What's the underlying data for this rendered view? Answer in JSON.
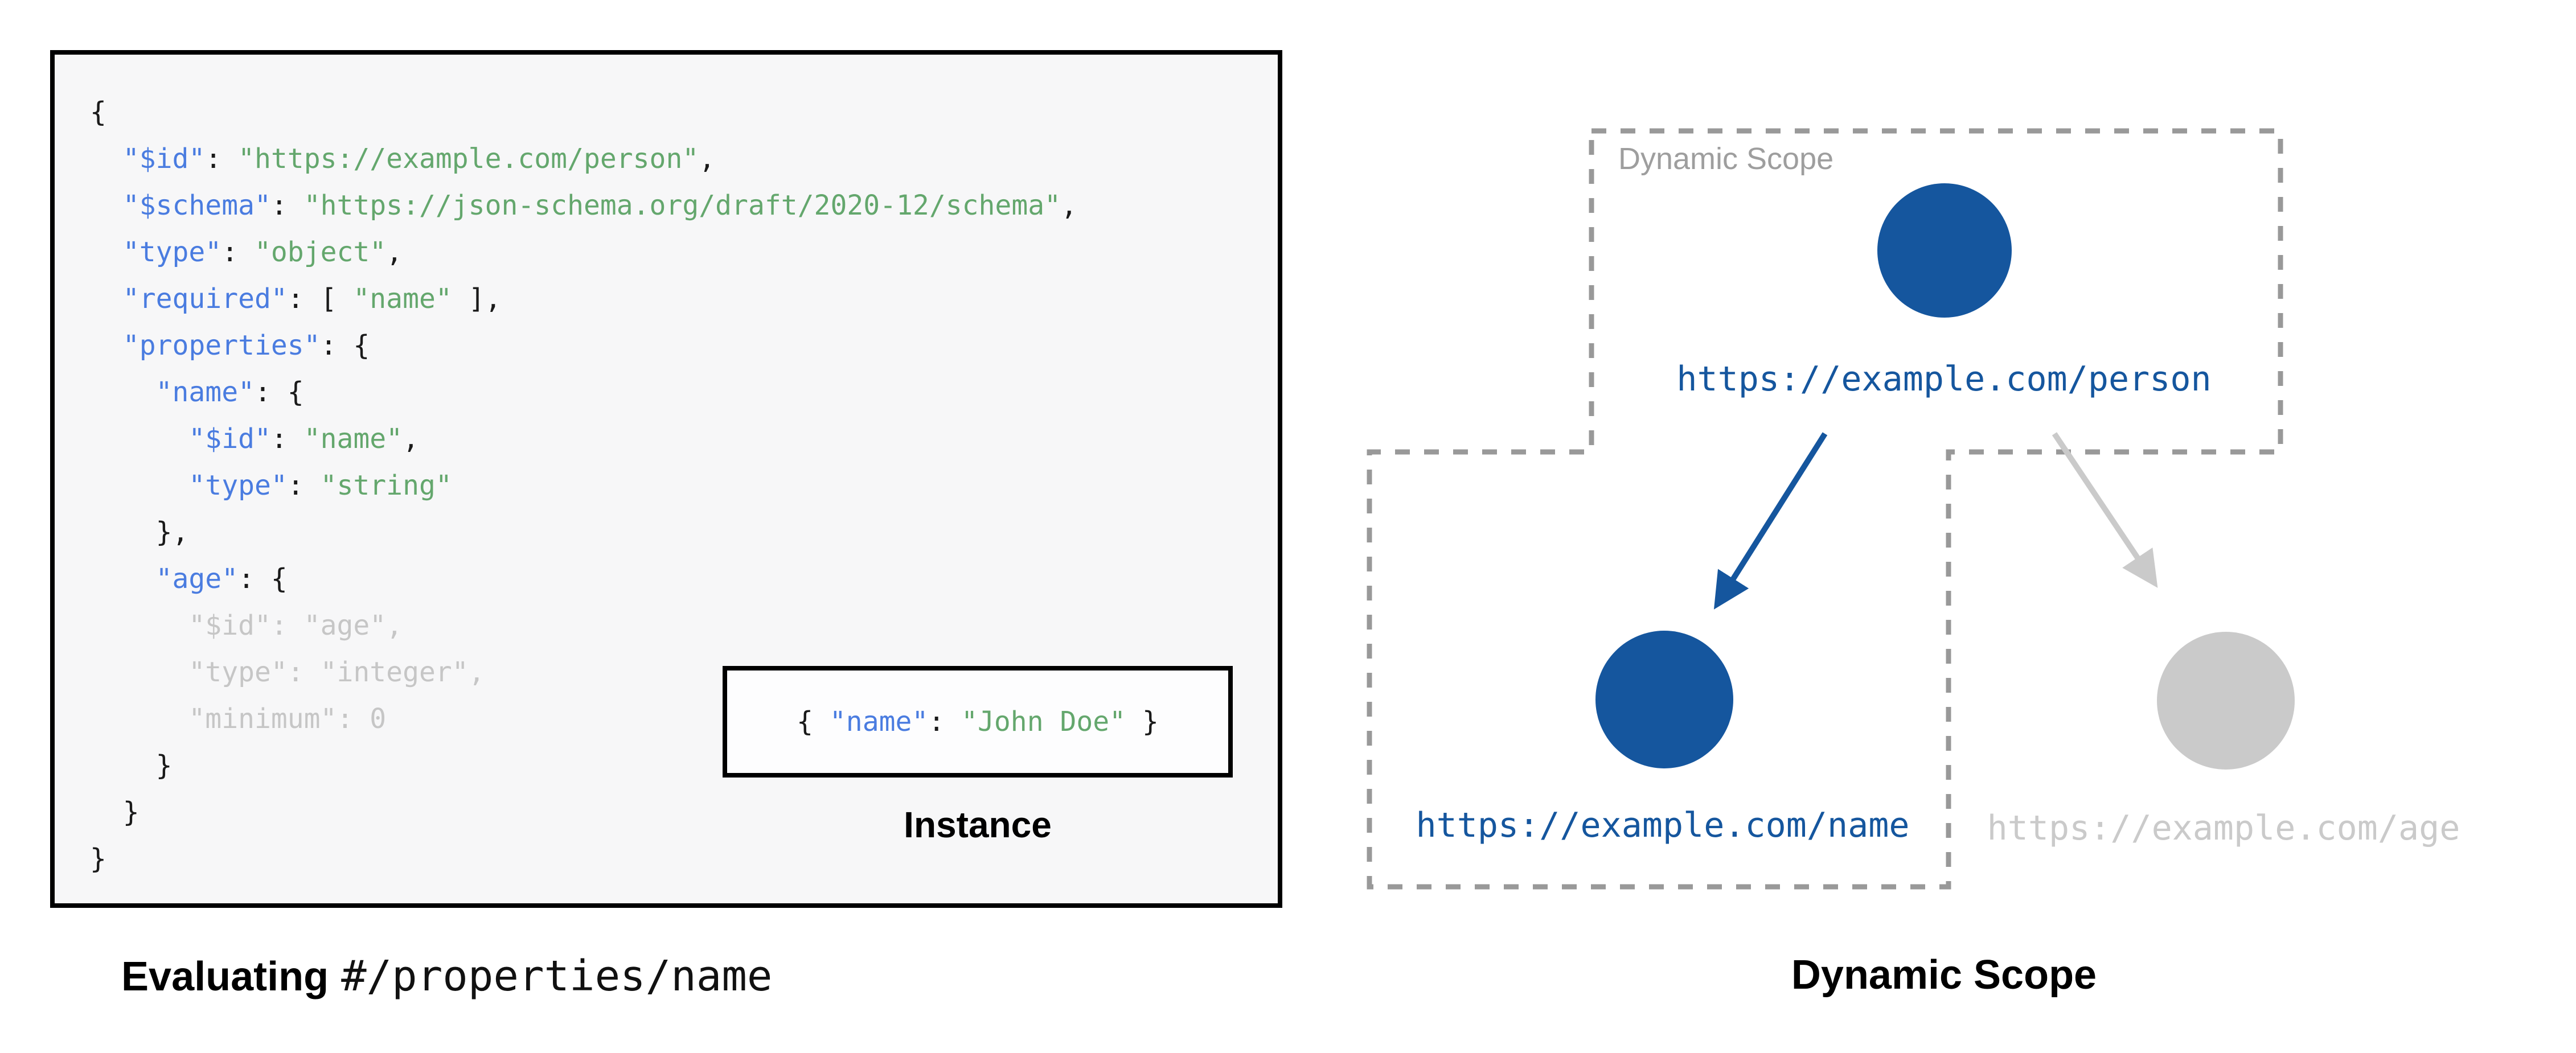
{
  "left_panel": {
    "code_lines": [
      [
        {
          "c": "p",
          "t": "{"
        }
      ],
      [
        {
          "c": "p",
          "t": "  "
        },
        {
          "c": "k",
          "t": "\"$id\""
        },
        {
          "c": "p",
          "t": ": "
        },
        {
          "c": "s",
          "t": "\"https://example.com/person\""
        },
        {
          "c": "p",
          "t": ","
        }
      ],
      [
        {
          "c": "p",
          "t": "  "
        },
        {
          "c": "k",
          "t": "\"$schema\""
        },
        {
          "c": "p",
          "t": ": "
        },
        {
          "c": "s",
          "t": "\"https://json-schema.org/draft/2020-12/schema\""
        },
        {
          "c": "p",
          "t": ","
        }
      ],
      [
        {
          "c": "p",
          "t": "  "
        },
        {
          "c": "k",
          "t": "\"type\""
        },
        {
          "c": "p",
          "t": ": "
        },
        {
          "c": "s",
          "t": "\"object\""
        },
        {
          "c": "p",
          "t": ","
        }
      ],
      [
        {
          "c": "p",
          "t": "  "
        },
        {
          "c": "k",
          "t": "\"required\""
        },
        {
          "c": "p",
          "t": ": [ "
        },
        {
          "c": "s",
          "t": "\"name\""
        },
        {
          "c": "p",
          "t": " ],"
        }
      ],
      [
        {
          "c": "p",
          "t": "  "
        },
        {
          "c": "k",
          "t": "\"properties\""
        },
        {
          "c": "p",
          "t": ": {"
        }
      ],
      [
        {
          "c": "p",
          "t": "    "
        },
        {
          "c": "k",
          "t": "\"name\""
        },
        {
          "c": "p",
          "t": ": {"
        }
      ],
      [
        {
          "c": "p",
          "t": "      "
        },
        {
          "c": "k",
          "t": "\"$id\""
        },
        {
          "c": "p",
          "t": ": "
        },
        {
          "c": "s",
          "t": "\"name\""
        },
        {
          "c": "p",
          "t": ","
        }
      ],
      [
        {
          "c": "p",
          "t": "      "
        },
        {
          "c": "k",
          "t": "\"type\""
        },
        {
          "c": "p",
          "t": ": "
        },
        {
          "c": "s",
          "t": "\"string\""
        }
      ],
      [
        {
          "c": "p",
          "t": "    },"
        }
      ],
      [
        {
          "c": "p",
          "t": "    "
        },
        {
          "c": "k",
          "t": "\"age\""
        },
        {
          "c": "p",
          "t": ": {"
        }
      ],
      [
        {
          "c": "d",
          "t": "      \"$id\": \"age\","
        }
      ],
      [
        {
          "c": "d",
          "t": "      \"type\": \"integer\","
        }
      ],
      [
        {
          "c": "d",
          "t": "      \"minimum\": 0"
        }
      ],
      [
        {
          "c": "p",
          "t": "    }"
        }
      ],
      [
        {
          "c": "p",
          "t": "  }"
        }
      ],
      [
        {
          "c": "p",
          "t": "}"
        }
      ]
    ],
    "instance": {
      "tokens": [
        {
          "c": "p",
          "t": "{ "
        },
        {
          "c": "k",
          "t": "\"name\""
        },
        {
          "c": "p",
          "t": ": "
        },
        {
          "c": "s",
          "t": "\"John Doe\""
        },
        {
          "c": "p",
          "t": " }"
        }
      ],
      "label": "Instance"
    },
    "caption": {
      "bold": "Evaluating",
      "pointer": "#/properties/name"
    }
  },
  "diagram": {
    "scope_label": "Dynamic Scope",
    "caption": "Dynamic Scope",
    "nodes": [
      {
        "id": "person",
        "url": "https://example.com/person",
        "state": "active"
      },
      {
        "id": "name",
        "url": "https://example.com/name",
        "state": "active"
      },
      {
        "id": "age",
        "url": "https://example.com/age",
        "state": "inactive"
      }
    ]
  },
  "colors": {
    "code_key": "#4a7ce0",
    "code_string": "#64a76d",
    "code_plain": "#1a1a1a",
    "code_dim": "#c6c6c6",
    "node_active": "#15569e",
    "node_inactive": "#cacaca",
    "scope_border": "#999999",
    "scope_label": "#9e9e9e",
    "panel_bg": "#f7f7f8",
    "panel_border": "#000000",
    "instance_bg": "#fdfdfe"
  }
}
